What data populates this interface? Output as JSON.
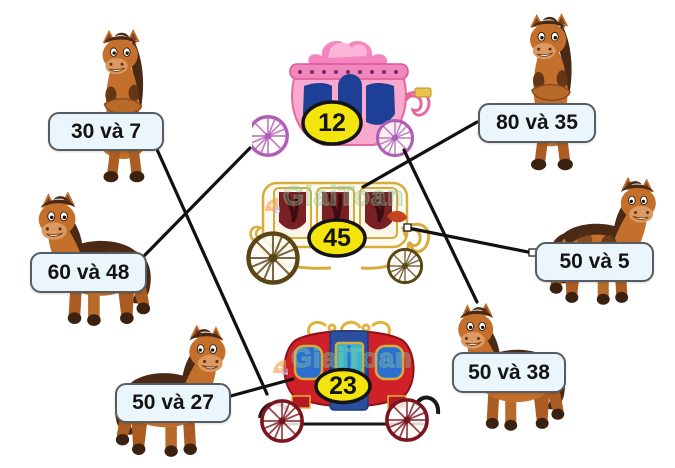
{
  "watermark": {
    "text": "GiaiToan"
  },
  "pairs": [
    {
      "text": "30 và 7"
    },
    {
      "text": "60 và 48"
    },
    {
      "text": "80 và 35"
    },
    {
      "text": "50 và 5"
    },
    {
      "text": "50 và 27"
    },
    {
      "text": "50 và 38"
    }
  ],
  "carriages": [
    {
      "style": "pink",
      "value": "12"
    },
    {
      "style": "gold",
      "value": "45"
    },
    {
      "style": "red",
      "value": "23"
    }
  ],
  "connections": [
    {
      "from": "30 và 7",
      "to": "23"
    },
    {
      "from": "60 và 48",
      "to": "12"
    },
    {
      "from": "80 và 35",
      "to": "45"
    },
    {
      "from": "50 và 5",
      "to": "45"
    },
    {
      "from": "50 và 27",
      "to": "23"
    },
    {
      "from": "50 và 38",
      "to": "12"
    }
  ],
  "colors": {
    "label_bg": "#eaf6fb",
    "label_border": "#565c61",
    "badge_fill": "#f2e40c",
    "badge_border": "#141414",
    "line": "#111111",
    "pink_carriage": "#f8a9cd",
    "gold_carriage": "#d8ac3c",
    "red_carriage": "#cf2127",
    "watermark_green": "#9fd0aa"
  }
}
